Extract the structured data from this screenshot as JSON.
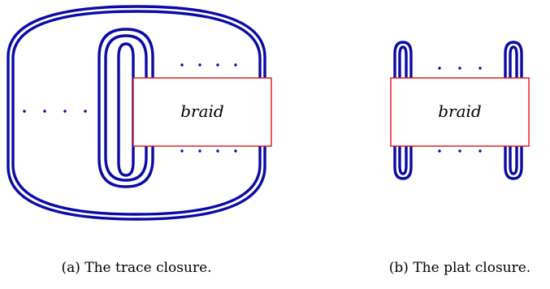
{
  "figure_a": {
    "box_label": "braid",
    "caption": "(a) The trace closure."
  },
  "figure_b": {
    "box_label": "braid",
    "caption": "(b) The plat closure."
  },
  "colors": {
    "strand": "#0a0aa6",
    "box_border": "#e01010",
    "background": "#ffffff"
  }
}
